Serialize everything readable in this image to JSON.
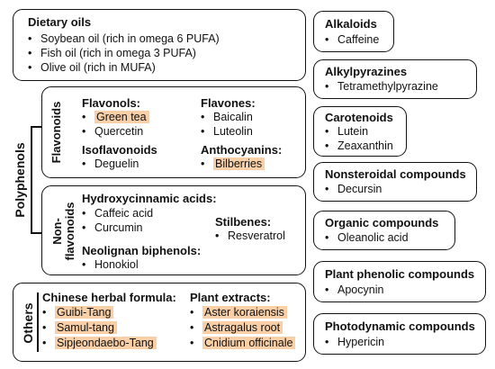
{
  "dietary_oils": {
    "title": "Dietary oils",
    "items": [
      "Soybean oil (rich in omega 6 PUFA)",
      "Fish oil (rich in omega 3 PUFA)",
      "Olive oil (rich in MUFA)"
    ]
  },
  "polyphenols": {
    "label": "Polyphenols",
    "flavonoids": {
      "label": "Flavonoids",
      "flavonols": {
        "title": "Flavonols:",
        "items": [
          "Green tea",
          "Quercetin"
        ]
      },
      "flavones": {
        "title": "Flavones:",
        "items": [
          "Baicalin",
          "Luteolin"
        ]
      },
      "isoflavonoids": {
        "title": "Isoflavonoids",
        "items": [
          "Deguelin"
        ]
      },
      "anthocyanins": {
        "title": "Anthocyanins:",
        "items": [
          "Bilberries"
        ]
      }
    },
    "non_flavonoids": {
      "label_line1": "Non-",
      "label_line2": "flavonoids",
      "hydroxycinnamic": {
        "title": "Hydroxycinnamic acids:",
        "items": [
          "Caffeic acid",
          "Curcumin"
        ]
      },
      "stilbenes": {
        "title": "Stilbenes:",
        "items": [
          "Resveratrol"
        ]
      },
      "neolignan": {
        "title": "Neolignan biphenols:",
        "items": [
          "Honokiol"
        ]
      }
    }
  },
  "others": {
    "label": "Others",
    "chinese_herbal": {
      "title": "Chinese herbal formula:",
      "items": [
        "Guibi-Tang",
        "Samul-tang",
        "Sipjeondaebo-Tang"
      ]
    },
    "plant_extracts": {
      "title": "Plant extracts:",
      "items": [
        "Aster koraiensis",
        "Astragalus root",
        "Cnidium officinale"
      ]
    }
  },
  "right_column": [
    {
      "title": "Alkaloids",
      "item": "Caffeine"
    },
    {
      "title": "Alkylpyrazines",
      "item": "Tetramethylpyrazine"
    },
    {
      "title": "Carotenoids",
      "items": [
        "Lutein",
        "Zeaxanthin"
      ]
    },
    {
      "title": "Nonsteroidal compounds",
      "item": "Decursin"
    },
    {
      "title": "Organic compounds",
      "item": "Oleanolic acid"
    },
    {
      "title": "Plant phenolic compounds",
      "item": "Apocynin"
    },
    {
      "title": "Photodynamic compounds",
      "item": "Hypericin"
    }
  ],
  "highlight_color": "#f8cfa6"
}
